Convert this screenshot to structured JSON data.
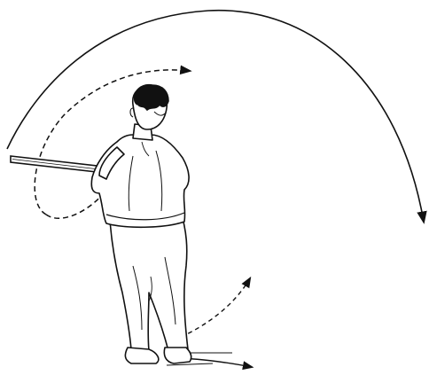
{
  "illustration": {
    "subject": "batter-swing",
    "ink_color": "#111111",
    "paper_color": "#ffffff",
    "icons": [
      "bat-path-arrow",
      "hands-path-arrow",
      "hip-turn-arrow",
      "foot-pivot-arrow"
    ]
  }
}
